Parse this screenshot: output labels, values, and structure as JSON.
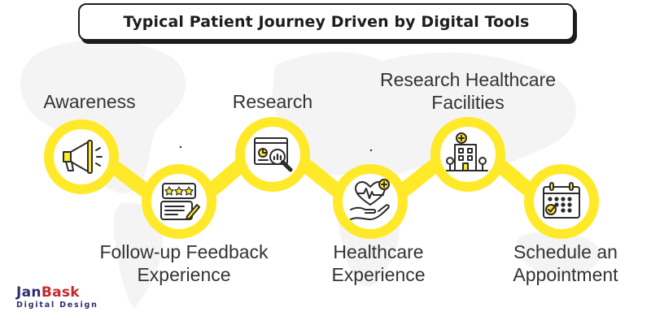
{
  "title": "Typical Patient Journey Driven by Digital Tools",
  "colors": {
    "accent": "#FFE928",
    "ink": "#2B2B2B",
    "label": "#333333",
    "brand_dark": "#2D2F6E",
    "brand_red": "#C62828"
  },
  "steps": [
    {
      "id": "awareness",
      "label_lines": [
        "Awareness"
      ],
      "icon": "megaphone-icon"
    },
    {
      "id": "feedback",
      "label_lines": [
        "Follow-up Feedback",
        "Experience"
      ],
      "icon": "review-stars-icon"
    },
    {
      "id": "research",
      "label_lines": [
        "Research"
      ],
      "icon": "analytics-magnifier-icon"
    },
    {
      "id": "healthcare",
      "label_lines": [
        "Healthcare",
        "Experience"
      ],
      "icon": "heart-in-hand-icon"
    },
    {
      "id": "facilities",
      "label_lines": [
        "Research Healthcare",
        "Facilities"
      ],
      "icon": "hospital-building-icon"
    },
    {
      "id": "schedule",
      "label_lines": [
        "Schedule an",
        "Appointment"
      ],
      "icon": "calendar-check-icon"
    }
  ],
  "logo": {
    "name_part1": "Jan",
    "name_part2": "Bask",
    "tagline": "Digital Design"
  }
}
